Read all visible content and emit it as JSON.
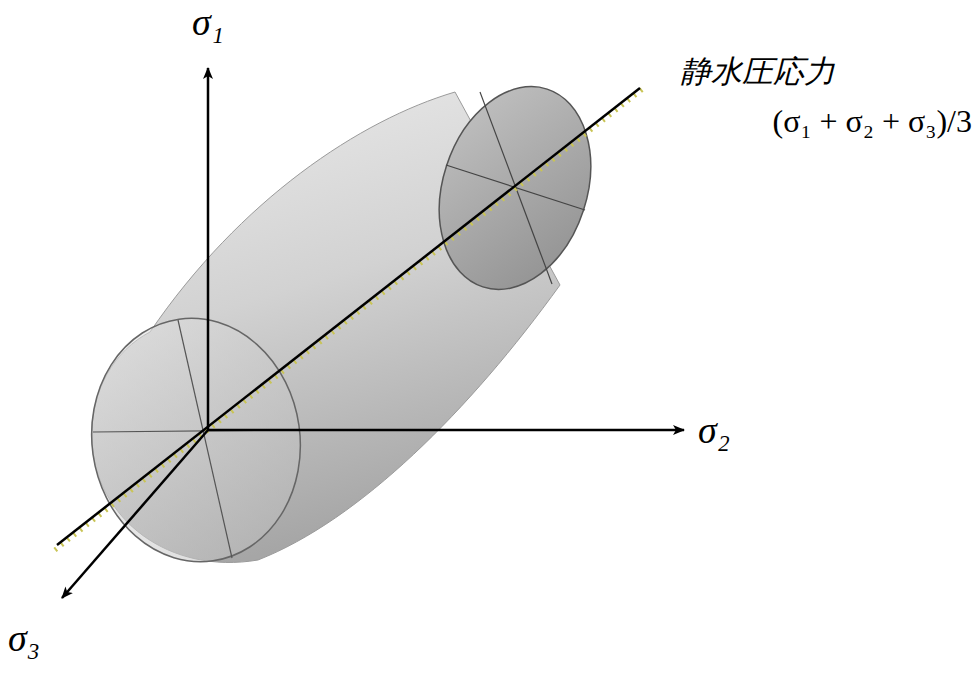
{
  "diagram": {
    "labels": [
      "σ₁",
      "静水圧応力",
      "(σ₁ + σ₂ + σ₃)/3",
      "σ₂",
      "σ₃"
    ]
  }
}
